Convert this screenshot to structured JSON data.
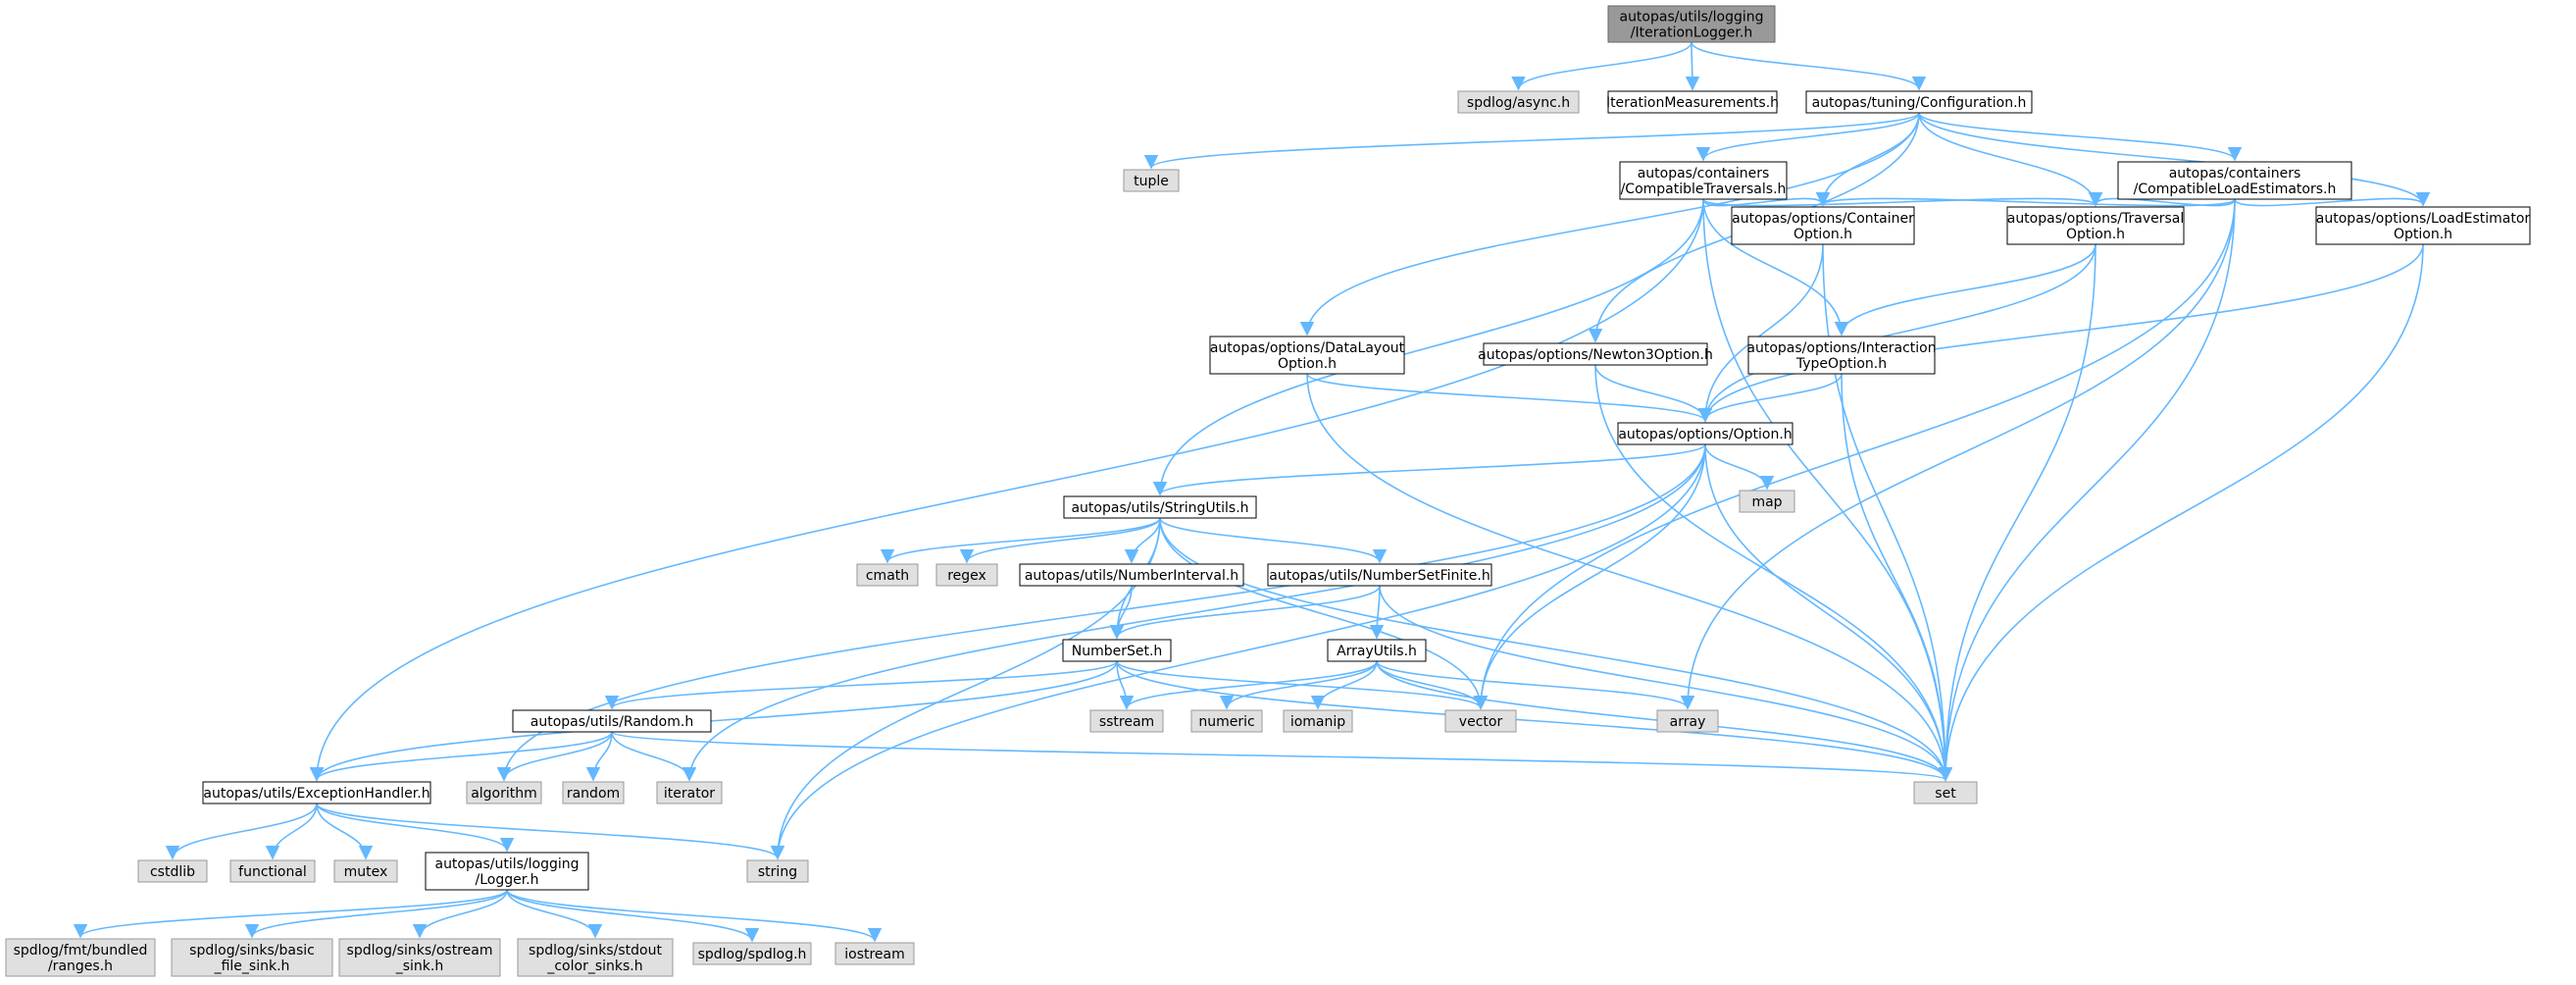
{
  "graph": {
    "nodes": [
      {
        "id": "root",
        "lines": [
          "autopas/utils/logging",
          "/IterationLogger.h"
        ],
        "style": "root"
      },
      {
        "id": "spdlog_async",
        "lines": [
          "spdlog/async.h"
        ],
        "style": "system"
      },
      {
        "id": "itermeas",
        "lines": [
          "IterationMeasurements.h"
        ],
        "style": "local"
      },
      {
        "id": "config",
        "lines": [
          "autopas/tuning/Configuration.h"
        ],
        "style": "local"
      },
      {
        "id": "tuple",
        "lines": [
          "tuple"
        ],
        "style": "system"
      },
      {
        "id": "compat_trav",
        "lines": [
          "autopas/containers",
          "/CompatibleTraversals.h"
        ],
        "style": "local"
      },
      {
        "id": "compat_load",
        "lines": [
          "autopas/containers",
          "/CompatibleLoadEstimators.h"
        ],
        "style": "local"
      },
      {
        "id": "container_opt",
        "lines": [
          "autopas/options/Container",
          "Option.h"
        ],
        "style": "local"
      },
      {
        "id": "traversal_opt",
        "lines": [
          "autopas/options/Traversal",
          "Option.h"
        ],
        "style": "local"
      },
      {
        "id": "loadest_opt",
        "lines": [
          "autopas/options/LoadEstimator",
          "Option.h"
        ],
        "style": "local"
      },
      {
        "id": "datalayout_opt",
        "lines": [
          "autopas/options/DataLayout",
          "Option.h"
        ],
        "style": "local"
      },
      {
        "id": "newton3_opt",
        "lines": [
          "autopas/options/Newton3Option.h"
        ],
        "style": "local"
      },
      {
        "id": "interaction_opt",
        "lines": [
          "autopas/options/Interaction",
          "TypeOption.h"
        ],
        "style": "local"
      },
      {
        "id": "option",
        "lines": [
          "autopas/options/Option.h"
        ],
        "style": "local"
      },
      {
        "id": "map",
        "lines": [
          "map"
        ],
        "style": "system"
      },
      {
        "id": "stringutils",
        "lines": [
          "autopas/utils/StringUtils.h"
        ],
        "style": "local"
      },
      {
        "id": "cmath",
        "lines": [
          "cmath"
        ],
        "style": "system"
      },
      {
        "id": "regex",
        "lines": [
          "regex"
        ],
        "style": "system"
      },
      {
        "id": "numinterval",
        "lines": [
          "autopas/utils/NumberInterval.h"
        ],
        "style": "local"
      },
      {
        "id": "numsetfinite",
        "lines": [
          "autopas/utils/NumberSetFinite.h"
        ],
        "style": "local"
      },
      {
        "id": "numberset",
        "lines": [
          "NumberSet.h"
        ],
        "style": "local"
      },
      {
        "id": "arrayutils",
        "lines": [
          "ArrayUtils.h"
        ],
        "style": "local"
      },
      {
        "id": "random_h",
        "lines": [
          "autopas/utils/Random.h"
        ],
        "style": "local"
      },
      {
        "id": "sstream",
        "lines": [
          "sstream"
        ],
        "style": "system"
      },
      {
        "id": "numeric",
        "lines": [
          "numeric"
        ],
        "style": "system"
      },
      {
        "id": "iomanip",
        "lines": [
          "iomanip"
        ],
        "style": "system"
      },
      {
        "id": "vector",
        "lines": [
          "vector"
        ],
        "style": "system"
      },
      {
        "id": "array",
        "lines": [
          "array"
        ],
        "style": "system"
      },
      {
        "id": "exception",
        "lines": [
          "autopas/utils/ExceptionHandler.h"
        ],
        "style": "local"
      },
      {
        "id": "algorithm",
        "lines": [
          "algorithm"
        ],
        "style": "system"
      },
      {
        "id": "random",
        "lines": [
          "random"
        ],
        "style": "system"
      },
      {
        "id": "iterator",
        "lines": [
          "iterator"
        ],
        "style": "system"
      },
      {
        "id": "set",
        "lines": [
          "set"
        ],
        "style": "system"
      },
      {
        "id": "cstdlib",
        "lines": [
          "cstdlib"
        ],
        "style": "system"
      },
      {
        "id": "functional",
        "lines": [
          "functional"
        ],
        "style": "system"
      },
      {
        "id": "mutex",
        "lines": [
          "mutex"
        ],
        "style": "system"
      },
      {
        "id": "logger",
        "lines": [
          "autopas/utils/logging",
          "/Logger.h"
        ],
        "style": "local"
      },
      {
        "id": "string",
        "lines": [
          "string"
        ],
        "style": "system"
      },
      {
        "id": "fmt_ranges",
        "lines": [
          "spdlog/fmt/bundled",
          "/ranges.h"
        ],
        "style": "system"
      },
      {
        "id": "basic_file",
        "lines": [
          "spdlog/sinks/basic",
          "_file_sink.h"
        ],
        "style": "system"
      },
      {
        "id": "ostream_sink",
        "lines": [
          "spdlog/sinks/ostream",
          "_sink.h"
        ],
        "style": "system"
      },
      {
        "id": "stdout_color",
        "lines": [
          "spdlog/sinks/stdout",
          "_color_sinks.h"
        ],
        "style": "system"
      },
      {
        "id": "spdlog_h",
        "lines": [
          "spdlog/spdlog.h"
        ],
        "style": "system"
      },
      {
        "id": "iostream",
        "lines": [
          "iostream"
        ],
        "style": "system"
      }
    ],
    "edges": [
      [
        "root",
        "spdlog_async"
      ],
      [
        "root",
        "itermeas"
      ],
      [
        "root",
        "config"
      ],
      [
        "config",
        "tuple"
      ],
      [
        "config",
        "compat_trav"
      ],
      [
        "config",
        "compat_load"
      ],
      [
        "config",
        "container_opt"
      ],
      [
        "config",
        "traversal_opt"
      ],
      [
        "config",
        "loadest_opt"
      ],
      [
        "config",
        "datalayout_opt"
      ],
      [
        "config",
        "newton3_opt"
      ],
      [
        "compat_trav",
        "container_opt"
      ],
      [
        "compat_trav",
        "traversal_opt"
      ],
      [
        "compat_trav",
        "interaction_opt"
      ],
      [
        "compat_trav",
        "stringutils"
      ],
      [
        "compat_trav",
        "exception"
      ],
      [
        "compat_trav",
        "set"
      ],
      [
        "compat_load",
        "container_opt"
      ],
      [
        "compat_load",
        "traversal_opt"
      ],
      [
        "compat_load",
        "loadest_opt"
      ],
      [
        "compat_load",
        "set"
      ],
      [
        "compat_load",
        "vector"
      ],
      [
        "compat_load",
        "array"
      ],
      [
        "container_opt",
        "option"
      ],
      [
        "container_opt",
        "set"
      ],
      [
        "traversal_opt",
        "interaction_opt"
      ],
      [
        "traversal_opt",
        "option"
      ],
      [
        "traversal_opt",
        "set"
      ],
      [
        "loadest_opt",
        "option"
      ],
      [
        "loadest_opt",
        "set"
      ],
      [
        "datalayout_opt",
        "option"
      ],
      [
        "datalayout_opt",
        "set"
      ],
      [
        "newton3_opt",
        "option"
      ],
      [
        "newton3_opt",
        "set"
      ],
      [
        "interaction_opt",
        "option"
      ],
      [
        "interaction_opt",
        "set"
      ],
      [
        "option",
        "stringutils"
      ],
      [
        "option",
        "map"
      ],
      [
        "option",
        "vector"
      ],
      [
        "option",
        "set"
      ],
      [
        "option",
        "algorithm"
      ],
      [
        "option",
        "iterator"
      ],
      [
        "option",
        "string"
      ],
      [
        "stringutils",
        "cmath"
      ],
      [
        "stringutils",
        "regex"
      ],
      [
        "stringutils",
        "numinterval"
      ],
      [
        "stringutils",
        "numsetfinite"
      ],
      [
        "stringutils",
        "numberset"
      ],
      [
        "stringutils",
        "vector"
      ],
      [
        "stringutils",
        "set"
      ],
      [
        "stringutils",
        "string"
      ],
      [
        "numinterval",
        "numberset"
      ],
      [
        "numsetfinite",
        "numberset"
      ],
      [
        "numsetfinite",
        "arrayutils"
      ],
      [
        "numsetfinite",
        "set"
      ],
      [
        "numberset",
        "random_h"
      ],
      [
        "numberset",
        "exception"
      ],
      [
        "numberset",
        "sstream"
      ],
      [
        "numberset",
        "vector"
      ],
      [
        "numberset",
        "set"
      ],
      [
        "arrayutils",
        "sstream"
      ],
      [
        "arrayutils",
        "numeric"
      ],
      [
        "arrayutils",
        "iomanip"
      ],
      [
        "arrayutils",
        "vector"
      ],
      [
        "arrayutils",
        "array"
      ],
      [
        "arrayutils",
        "set"
      ],
      [
        "random_h",
        "exception"
      ],
      [
        "random_h",
        "algorithm"
      ],
      [
        "random_h",
        "random"
      ],
      [
        "random_h",
        "iterator"
      ],
      [
        "random_h",
        "set"
      ],
      [
        "exception",
        "cstdlib"
      ],
      [
        "exception",
        "functional"
      ],
      [
        "exception",
        "mutex"
      ],
      [
        "exception",
        "logger"
      ],
      [
        "exception",
        "string"
      ],
      [
        "logger",
        "fmt_ranges"
      ],
      [
        "logger",
        "basic_file"
      ],
      [
        "logger",
        "ostream_sink"
      ],
      [
        "logger",
        "stdout_color"
      ],
      [
        "logger",
        "spdlog_h"
      ],
      [
        "logger",
        "iostream"
      ]
    ]
  }
}
